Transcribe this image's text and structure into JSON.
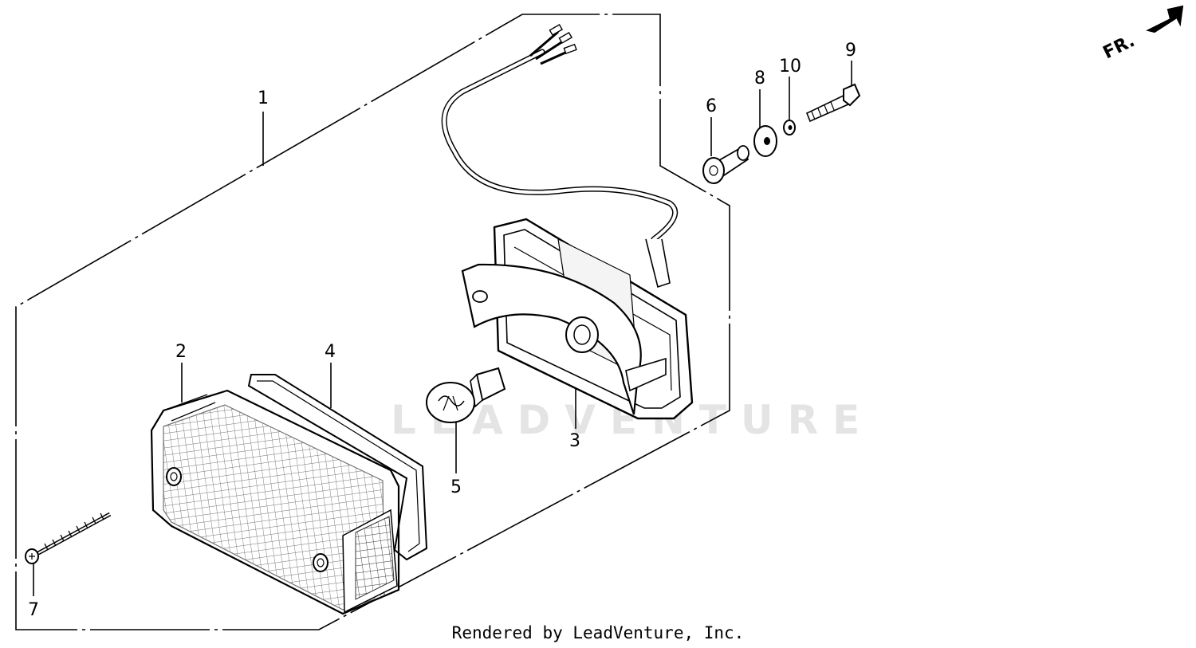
{
  "direction_label": "FR.",
  "watermark": "LEADVENTURE",
  "credit": "Rendered by LeadVenture, Inc.",
  "callouts": {
    "c1": "1",
    "c2": "2",
    "c3": "3",
    "c4": "4",
    "c5": "5",
    "c6": "6",
    "c7": "7",
    "c8": "8",
    "c9": "9",
    "c10": "10"
  }
}
